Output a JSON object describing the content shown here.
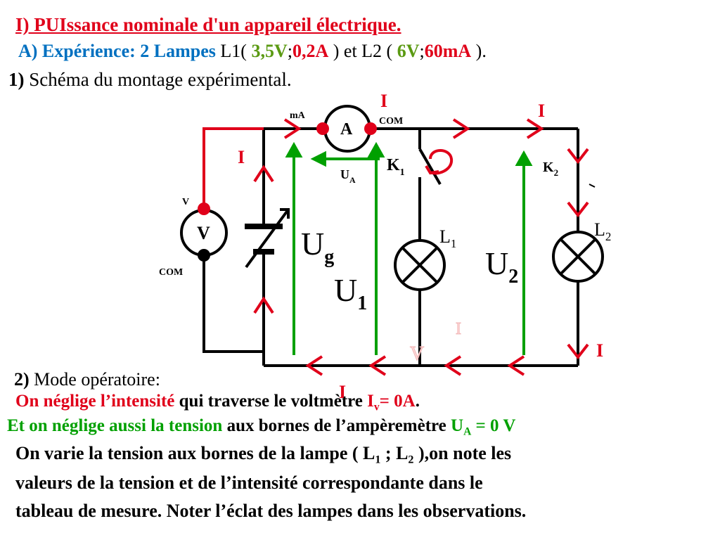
{
  "title": "I) PUIssance nominale d'un appareil électrique.",
  "exp": {
    "label": "A) Expérience: 2 Lampes",
    "l1_open": " L1( ",
    "l1_v": "3,5V",
    "sep1": ";",
    "l1_a": "0,2A",
    "mid": " ) et L2 ( ",
    "l2_v": "6V",
    "sep2": ";",
    "l2_a": "60mA",
    "end": " )."
  },
  "schema": {
    "num": "1)",
    "text": " Schéma du montage expérimental."
  },
  "diagram": {
    "ammeter": "A",
    "ammeter_plus": "mA",
    "ammeter_com": "COM",
    "voltmeter": "V",
    "voltmeter_plus": "V",
    "voltmeter_com": "COM",
    "i": "I",
    "ua": "U",
    "ua_sub": "A",
    "k1": "K",
    "k1_sub": "1",
    "k2": "K",
    "k2_sub": "2",
    "l1": "L",
    "l1_sub": "1",
    "l2": "L",
    "l2_sub": "2",
    "ug": "U",
    "ug_sub": "g",
    "u1": "U",
    "u1_sub": "1",
    "u2": "U",
    "u2_sub": "2",
    "ghost_i": "I",
    "ghost_v": "V"
  },
  "mode": {
    "num": "2)",
    "text": " Mode opératoire:"
  },
  "line1": {
    "red": "On néglige l’intensité",
    "black": " qui traverse le voltmètre  ",
    "iv": "I",
    "iv_sub": "v",
    "iv_val": "= 0A",
    "dot": "."
  },
  "line2": {
    "green": "Et on néglige aussi la tension",
    "black": " aux bornes de l’ampèremètre ",
    "ua": "U",
    "ua_sub": "A",
    "ua_val": " = 0 V"
  },
  "para": {
    "l1a": "On varie la tension aux bornes de la lampe ( L",
    "l1s1": "1",
    "l1b": " ; L",
    "l1s2": "2",
    "l1c": " ),on note les",
    "l2": "valeurs de la tension et de l’intensité correspondante dans le",
    "l3": "tableau de mesure. Noter  l’éclat des lampes dans les observations."
  },
  "colors": {
    "red": "#e0001a",
    "blue": "#0070c0",
    "green": "#00a000",
    "olive": "#5b9a13"
  }
}
